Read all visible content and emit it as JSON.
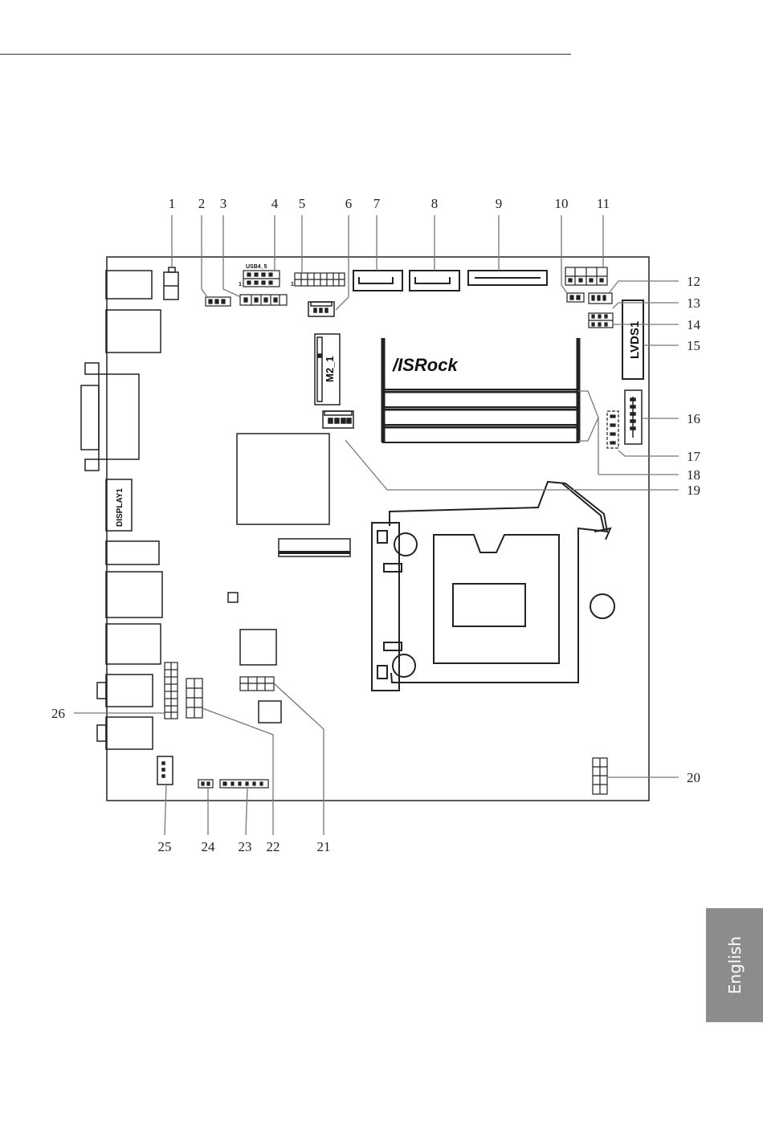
{
  "brand_logo": "/ISRock",
  "labels": {
    "usb_header": "USB4_5",
    "pin1_a": "1",
    "pin1_b": "1",
    "m2": "M2_1",
    "lvds": "LVDS1",
    "display": "DISPLAY1"
  },
  "callouts": {
    "top": [
      "1",
      "2",
      "3",
      "4",
      "5",
      "6",
      "7",
      "8",
      "9",
      "10",
      "11"
    ],
    "right": [
      "12",
      "13",
      "14",
      "15",
      "16",
      "17",
      "18",
      "19",
      "20"
    ],
    "bottom": [
      "21",
      "22",
      "23",
      "24",
      "25"
    ],
    "left": [
      "26"
    ]
  },
  "language_tab": "English",
  "colors": {
    "line": "#222222",
    "leader": "#777777",
    "tab": "#8c8c8c"
  }
}
